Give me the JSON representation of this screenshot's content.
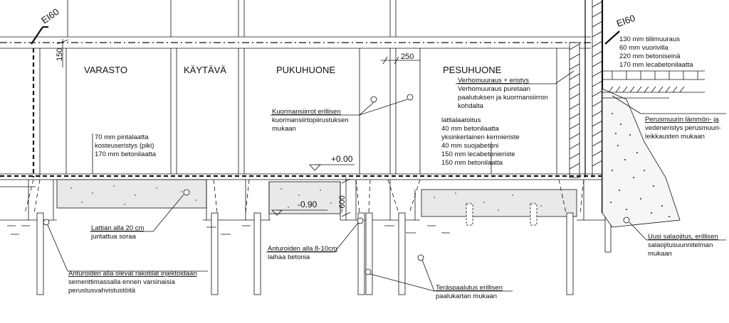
{
  "fire_class": {
    "left": "EI60",
    "right": "EI60"
  },
  "rooms": {
    "varasto": "VARASTO",
    "kaytava": "KÄYTÄVÄ",
    "pukuhuone": "PUKUHUONE",
    "pesuhuone": "PESUHUONE"
  },
  "dims": {
    "d150": "150",
    "d250": "250",
    "d600": "~600"
  },
  "levels": {
    "plus": "+0.00",
    "minus": "-0.90"
  },
  "notes": {
    "wall": [
      "130 mm tiilimuuraus",
      "60 mm vuorivilla",
      "220 mm betoniseinä",
      "170 mm lecabetonilaatta"
    ],
    "verhomuuraus": [
      "Verhomuuraus + eristys",
      "Verhomuuraus puretaan",
      "paalutuksen ja kuormansiirron",
      "kohdalta"
    ],
    "perusmuuri": [
      "Perusmuurin lämmön- ja",
      "vedeneristys perusmuuri-",
      "leikkausten mukaan"
    ],
    "kuormansiirrot": [
      "Kuormansiirrot erillisen",
      "kuormansiirtopiirustuksen",
      "mukaan"
    ],
    "lattia_pesu": [
      "lattialaatoitus",
      "40 mm betonilaatta",
      "yksinkertainen kermieriste",
      "40 mm suojabetoni",
      "150 mm lecabetonieriste",
      "150 mm betonilaatta"
    ],
    "lattia_varasto": [
      "70 mm pintalaatta",
      "kosteuseristys (piki)",
      "170 mm betonilaatta"
    ],
    "lattian_alla": [
      "Lattian alla 20 cm",
      "juntattua soraa"
    ],
    "anturoiden_alla_betoni": [
      "Anturoiden alla 8-10cm",
      "laihaa betonia"
    ],
    "anturoiden_alla_rakot": [
      "Anturoiden alla olevat rakotilat injektoidaan",
      "sementtimassalla ennen varsinaisia",
      "perustusvahvistustöitä"
    ],
    "terasp": [
      "Teräspaalutus erillisen",
      "paalukartan mukaan"
    ],
    "salaojitus": [
      "Uusi salaojitus, erillisen",
      "salaojitusuunnitelman",
      "mukaan"
    ]
  }
}
